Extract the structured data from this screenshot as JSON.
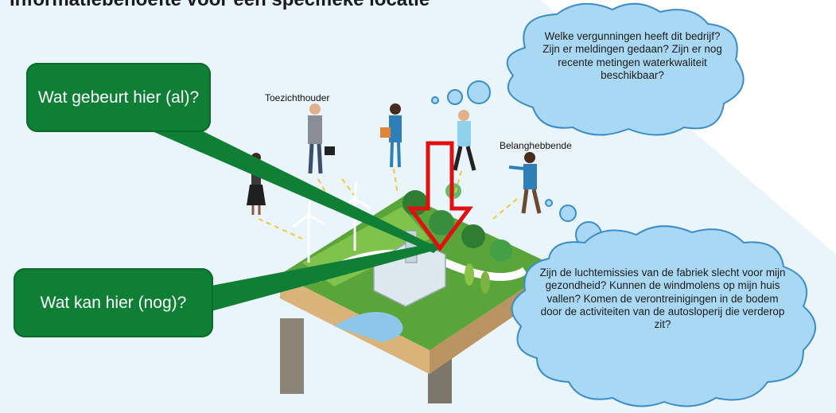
{
  "title": "Informatiebehoefte voor een specifieke locatie",
  "callouts": {
    "top": "Wat gebeurt hier (al)?",
    "bottom": "Wat kan hier (nog)?"
  },
  "labels": {
    "supervisor": "Toezichthouder",
    "stakeholder": "Belanghebbende"
  },
  "clouds": {
    "supervisor": "Welke vergunningen  heeft dit bedrijf? Zijn er meldingen gedaan? Zijn er nog recente metingen  waterkwaliteit beschikbaar?",
    "stakeholder": "Zijn de luchtemissies van de fabriek slecht voor mijn gezondheid? Kunnen de windmolens op mijn huis vallen? Komen de verontreinigingen  in de bodem  door de activiteiten van de autosloperij die verderop zit?"
  },
  "colors": {
    "callout": "#0f7f35",
    "cloud": "#a9d8f5",
    "arrow": "#e01010",
    "background": "#eaf4fb"
  }
}
